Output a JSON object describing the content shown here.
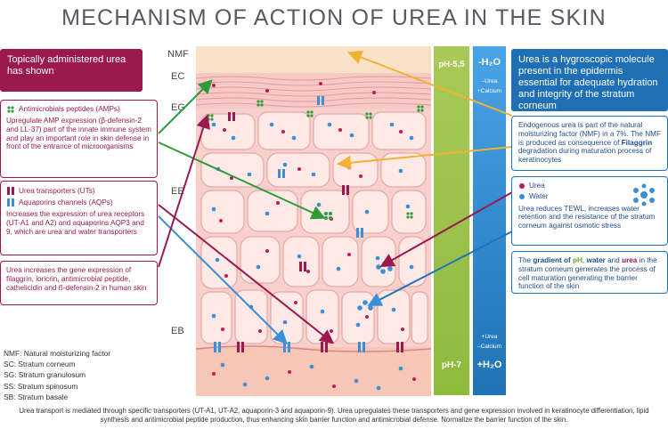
{
  "title": "MECHANISM OF ACTION OF UREA IN THE SKIN",
  "layers": {
    "nmf": "NMF",
    "ec": "EC",
    "eg": "EG",
    "ee": "EE",
    "eb": "EB"
  },
  "ph": {
    "top": "pH-5,5",
    "bottom": "pH-7"
  },
  "water": {
    "top": "-H₂O",
    "top_sub1": "–Urea",
    "top_sub2": "+Calcium",
    "bottom_sub1": "+Urea",
    "bottom_sub2": "–Calcium",
    "bottom": "+H₂O"
  },
  "left": {
    "header": "Topically administered urea has shown",
    "amp_label": "Antimicrobials peptides (AMPs)",
    "amp_text": "Upregulate AMP expression (β-defensin-2 and LL-37) part of the innate immune system and play an important role in skin defense in front of the entrance of microorganisms",
    "ut_label": "Urea transporters (UTs)",
    "aqp_label": "Aquaporins channels (AQPs)",
    "ut_text": "Increases the expression of urea receptors (UT-A1 and A2) and aquaporins AQP3 and 9, which are urea and water transporters",
    "gene_text": "Urea increases the gene expression of filaggrin, loricrin, antimicrobial peptide, cathelicidin and ß-defensin-2 in human skin"
  },
  "right": {
    "header": "Urea is a hygroscopic molecule present in the epidermis essential for adequate hydration and integrity of the stratum corneum",
    "nmf_text_1": "Endogenous urea is part of the natural moisturizing factor (NMF) in a 7%. The NMF is produced as consequence of ",
    "nmf_bold": "Filaggrin",
    "nmf_text_2": " degradation during maturation process of keratinocytes",
    "urea_label": "Urea",
    "water_label": "Water",
    "tewl_text": "Urea reduces TEWL, increases water retention and the resistance of the stratum corneum against osmotic stress",
    "gradient_1": "The ",
    "gradient_bold1": "gradient of ",
    "gradient_ph": "pH",
    "gradient_comma": ", ",
    "gradient_water": "water",
    "gradient_and": " and ",
    "gradient_urea": "urea",
    "gradient_rest": " in the stratum corneum generates the process of cell maturation generating the barrier function of the skin"
  },
  "abbreviations": [
    "NMF: Natural moisturizing factor",
    "SC: Stratum corneum",
    "SG: Stratum granulosum",
    "SS: Stratum spinosum",
    "SB: Stratum basale"
  ],
  "footer": "Urea transport is mediated through specific transporters (UT-A1, UT-A2, aquaporin-3 and aquaporin-9). Urea upregulates these transporters and gene expression involved in keratinocyte differentiation, lipid synthesis and antimicrobial peptide production, thus enhancing skin barrier function and antimicrobial defense. Normalize the barrier function of the skin.",
  "colors": {
    "magenta": "#9a1a4f",
    "blue": "#1f6fb5",
    "green": "#2e9b3a",
    "orange": "#f2b134",
    "ph_green": "#9cc44a",
    "water_blue": "#3a8fd6"
  }
}
